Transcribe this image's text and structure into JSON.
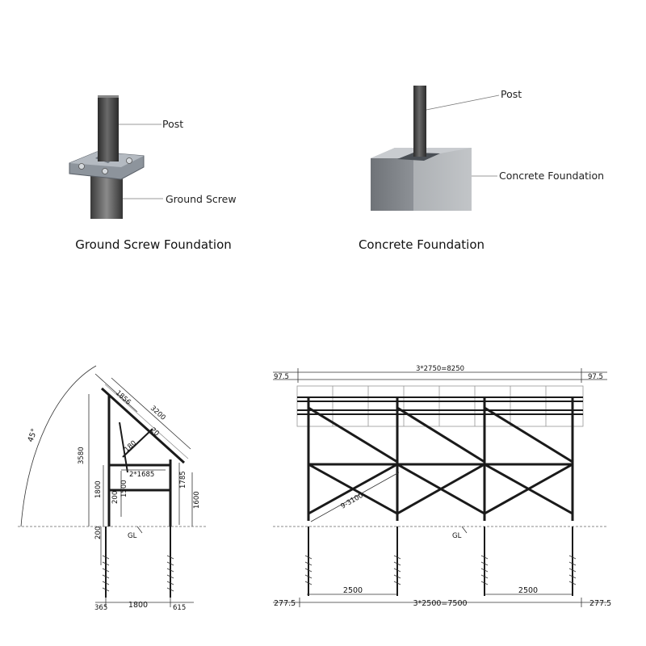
{
  "top": {
    "ground_screw": {
      "caption": "Ground Screw Foundation",
      "post_label": "Post",
      "screw_label": "Ground Screw"
    },
    "concrete": {
      "caption": "Concrete Foundation",
      "post_label": "Post",
      "foundation_label": "Concrete Foundation"
    }
  },
  "side_view": {
    "angle": "45°",
    "dim_1856": "1856",
    "dim_3200": "3200",
    "dim_20": "20",
    "dim_180": "180",
    "dim_3580": "3580",
    "dim_2x1685": "2*1685",
    "dim_1800_v": "1800",
    "dim_1500": "1500",
    "dim_200_inner": "200",
    "dim_1785": "1785",
    "dim_1600": "1600",
    "dim_200_ground": "200",
    "gl": "GL",
    "bottom_365": "365",
    "bottom_1800": "1800",
    "bottom_615": "615"
  },
  "front_view": {
    "top_total": "3*2750=8250",
    "top_left_975": "97.5",
    "top_right_975": "97.5",
    "diag_label": "9-3100",
    "gl": "GL",
    "bottom_2775_left": "277.5",
    "bottom_2500_left": "2500",
    "bottom_total": "3*2500=7500",
    "bottom_2500_right": "2500",
    "bottom_2775_right": "277.5"
  }
}
